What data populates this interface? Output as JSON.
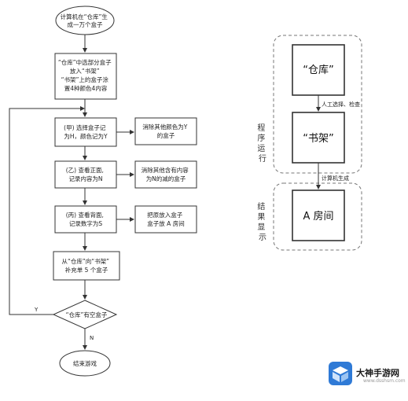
{
  "flowchart": {
    "start": [
      "计算机在“仓库”生",
      "成一万个盒子"
    ],
    "step_init": [
      "“仓库”中选部分盒子",
      "放入“书架”",
      "“书架”上的盒子涂",
      "置4种颜色4内容"
    ],
    "step_a": [
      "(甲) 选择盒子记",
      "为H，颜色记为Y"
    ],
    "step_a_side": [
      "消除其他颜色为Y",
      "的盒子"
    ],
    "step_b": [
      "(乙) 查看正面,",
      "记录内容为N"
    ],
    "step_b_side": [
      "消除其他含有内容",
      "为N的减的盒子"
    ],
    "step_c": [
      "(丙) 查看背面,",
      "记录数字为S"
    ],
    "step_c_side": [
      "把原放入盒子",
      "盒子放 A 房间"
    ],
    "step_move": [
      "从“仓库”向“书架”",
      "补充单 5 个盒子"
    ],
    "decision": "“仓库”有空盒子",
    "yes_label": "Y",
    "no_label": "N",
    "end": "结束游戏"
  },
  "stages": {
    "warehouse": "“仓库”",
    "shelf": "“书架”",
    "room": "A 房间",
    "arrow1_label": "人工选择、检查",
    "arrow2_label": "计算机生成",
    "group1_label": [
      "程",
      "序",
      "运",
      "行"
    ],
    "group2_label": [
      "结",
      "果",
      "显",
      "示"
    ]
  },
  "watermark": {
    "name": "大神手游网",
    "url": "www.dsshsm.com",
    "accent_color": "#2f7ad6"
  }
}
